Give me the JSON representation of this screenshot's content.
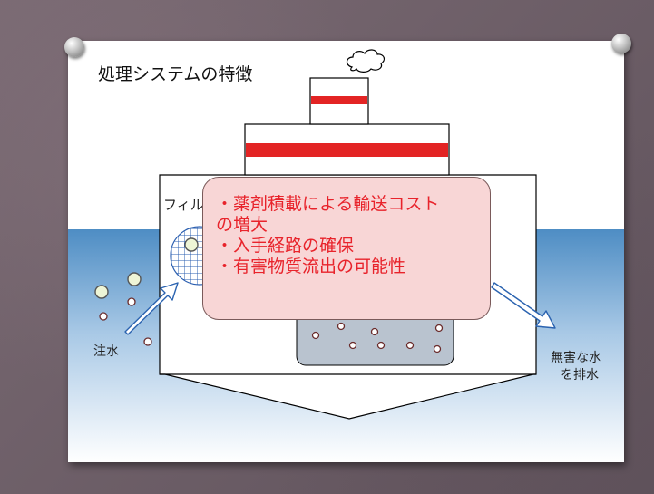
{
  "slide": {
    "title": "処理システムの特徴"
  },
  "diagram": {
    "filter_label": "フィル",
    "inlet_label": "注水",
    "outlet_label_line1": "無害な水",
    "outlet_label_line2": "を排水"
  },
  "callout": {
    "items": [
      "・薬剤積載による輸送コスト",
      "の増大",
      "・入手経路の確保",
      "・有害物質流出の可能性"
    ]
  },
  "colors": {
    "accent_red": "#e8232b",
    "callout_fill": "#f8d6d6",
    "water_top": "#4f8fc4",
    "stripe_red": "#e32424"
  }
}
